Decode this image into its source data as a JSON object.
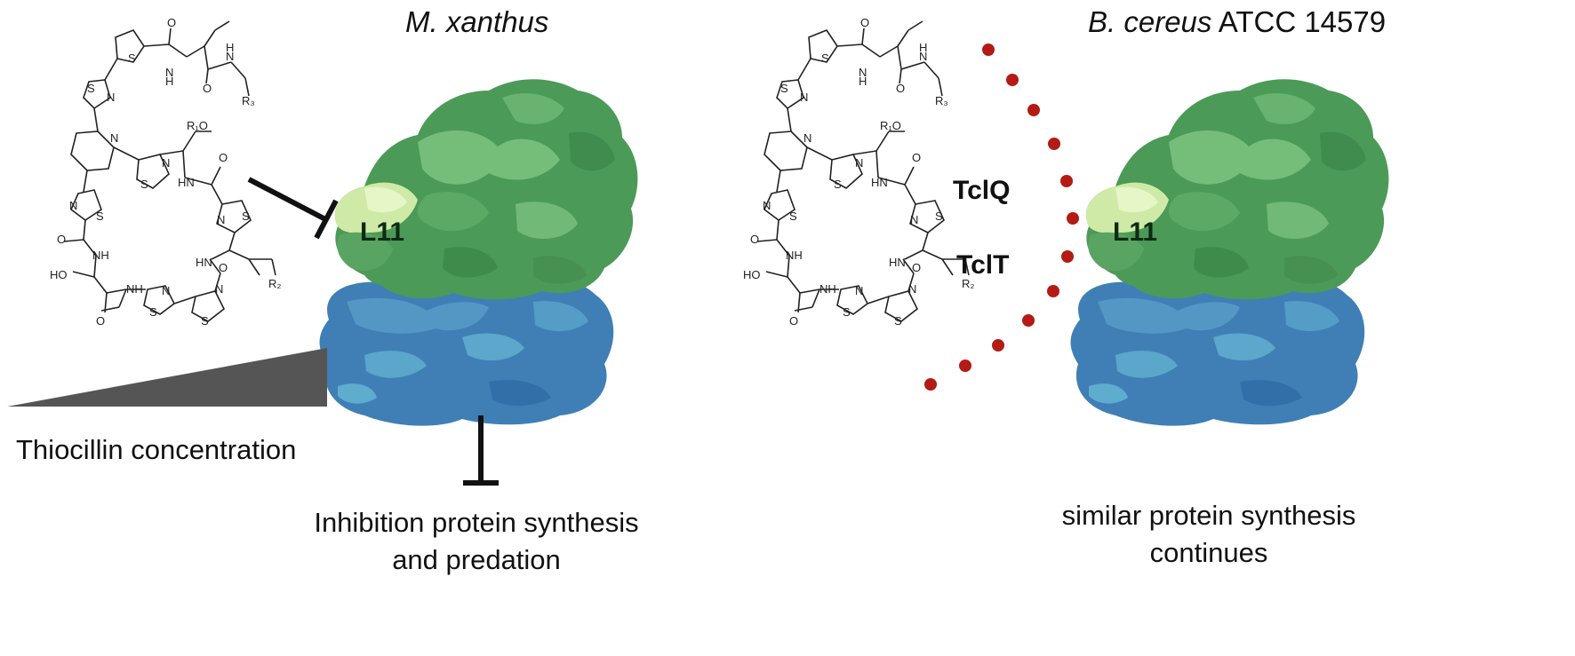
{
  "left_panel": {
    "organism_title": "M. xanthus",
    "ribosome_label": "L11",
    "concentration_label": "Thiocillin concentration",
    "outcome_line1": "Inhibition protein synthesis",
    "outcome_line2": "and predation"
  },
  "right_panel": {
    "organism_italic": "B. cereus",
    "organism_strain": "ATCC 14579",
    "ribosome_label": "L11",
    "enzyme_1": "TclQ",
    "enzyme_2": "TclT",
    "outcome_line1": "similar protein synthesis",
    "outcome_line2": "continues"
  },
  "chem_structure": {
    "atom_labels": [
      "S",
      "N",
      "O",
      "H",
      "N",
      "R3",
      "O",
      "N",
      "S",
      "N",
      "R1O",
      "N",
      "S",
      "HN",
      "O",
      "S",
      "N",
      "O",
      "NH",
      "O",
      "N",
      "S",
      "HN",
      "R2",
      "HO",
      "O",
      "NH",
      "N",
      "S",
      "O"
    ]
  },
  "colors": {
    "small_subunit_green": "#4f9a58",
    "large_subunit_blue": "#3a7fb8",
    "l11_highlight": "#d9f0b0",
    "dots_red": "#b31b14",
    "inhibit_black": "#111111",
    "wedge_gray": "#555555"
  }
}
